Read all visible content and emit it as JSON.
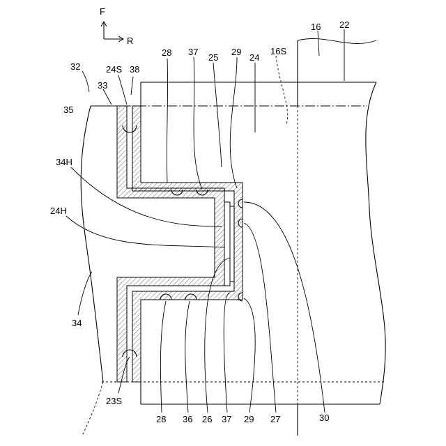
{
  "axes": {
    "forward": "F",
    "radial": "R"
  },
  "labels": {
    "l16": "16",
    "l22": "22",
    "l32": "32",
    "l33": "33",
    "l24S": "24S",
    "l38": "38",
    "l28a": "28",
    "l37a": "37",
    "l25": "25",
    "l29a": "29",
    "l24": "24",
    "l16S": "16S",
    "l35": "35",
    "l34H": "34H",
    "l24H": "24H",
    "l34": "34",
    "l23S": "23S",
    "l28b": "28",
    "l36": "36",
    "l26": "26",
    "l37b": "37",
    "l29b": "29",
    "l27": "27",
    "l30": "30"
  }
}
